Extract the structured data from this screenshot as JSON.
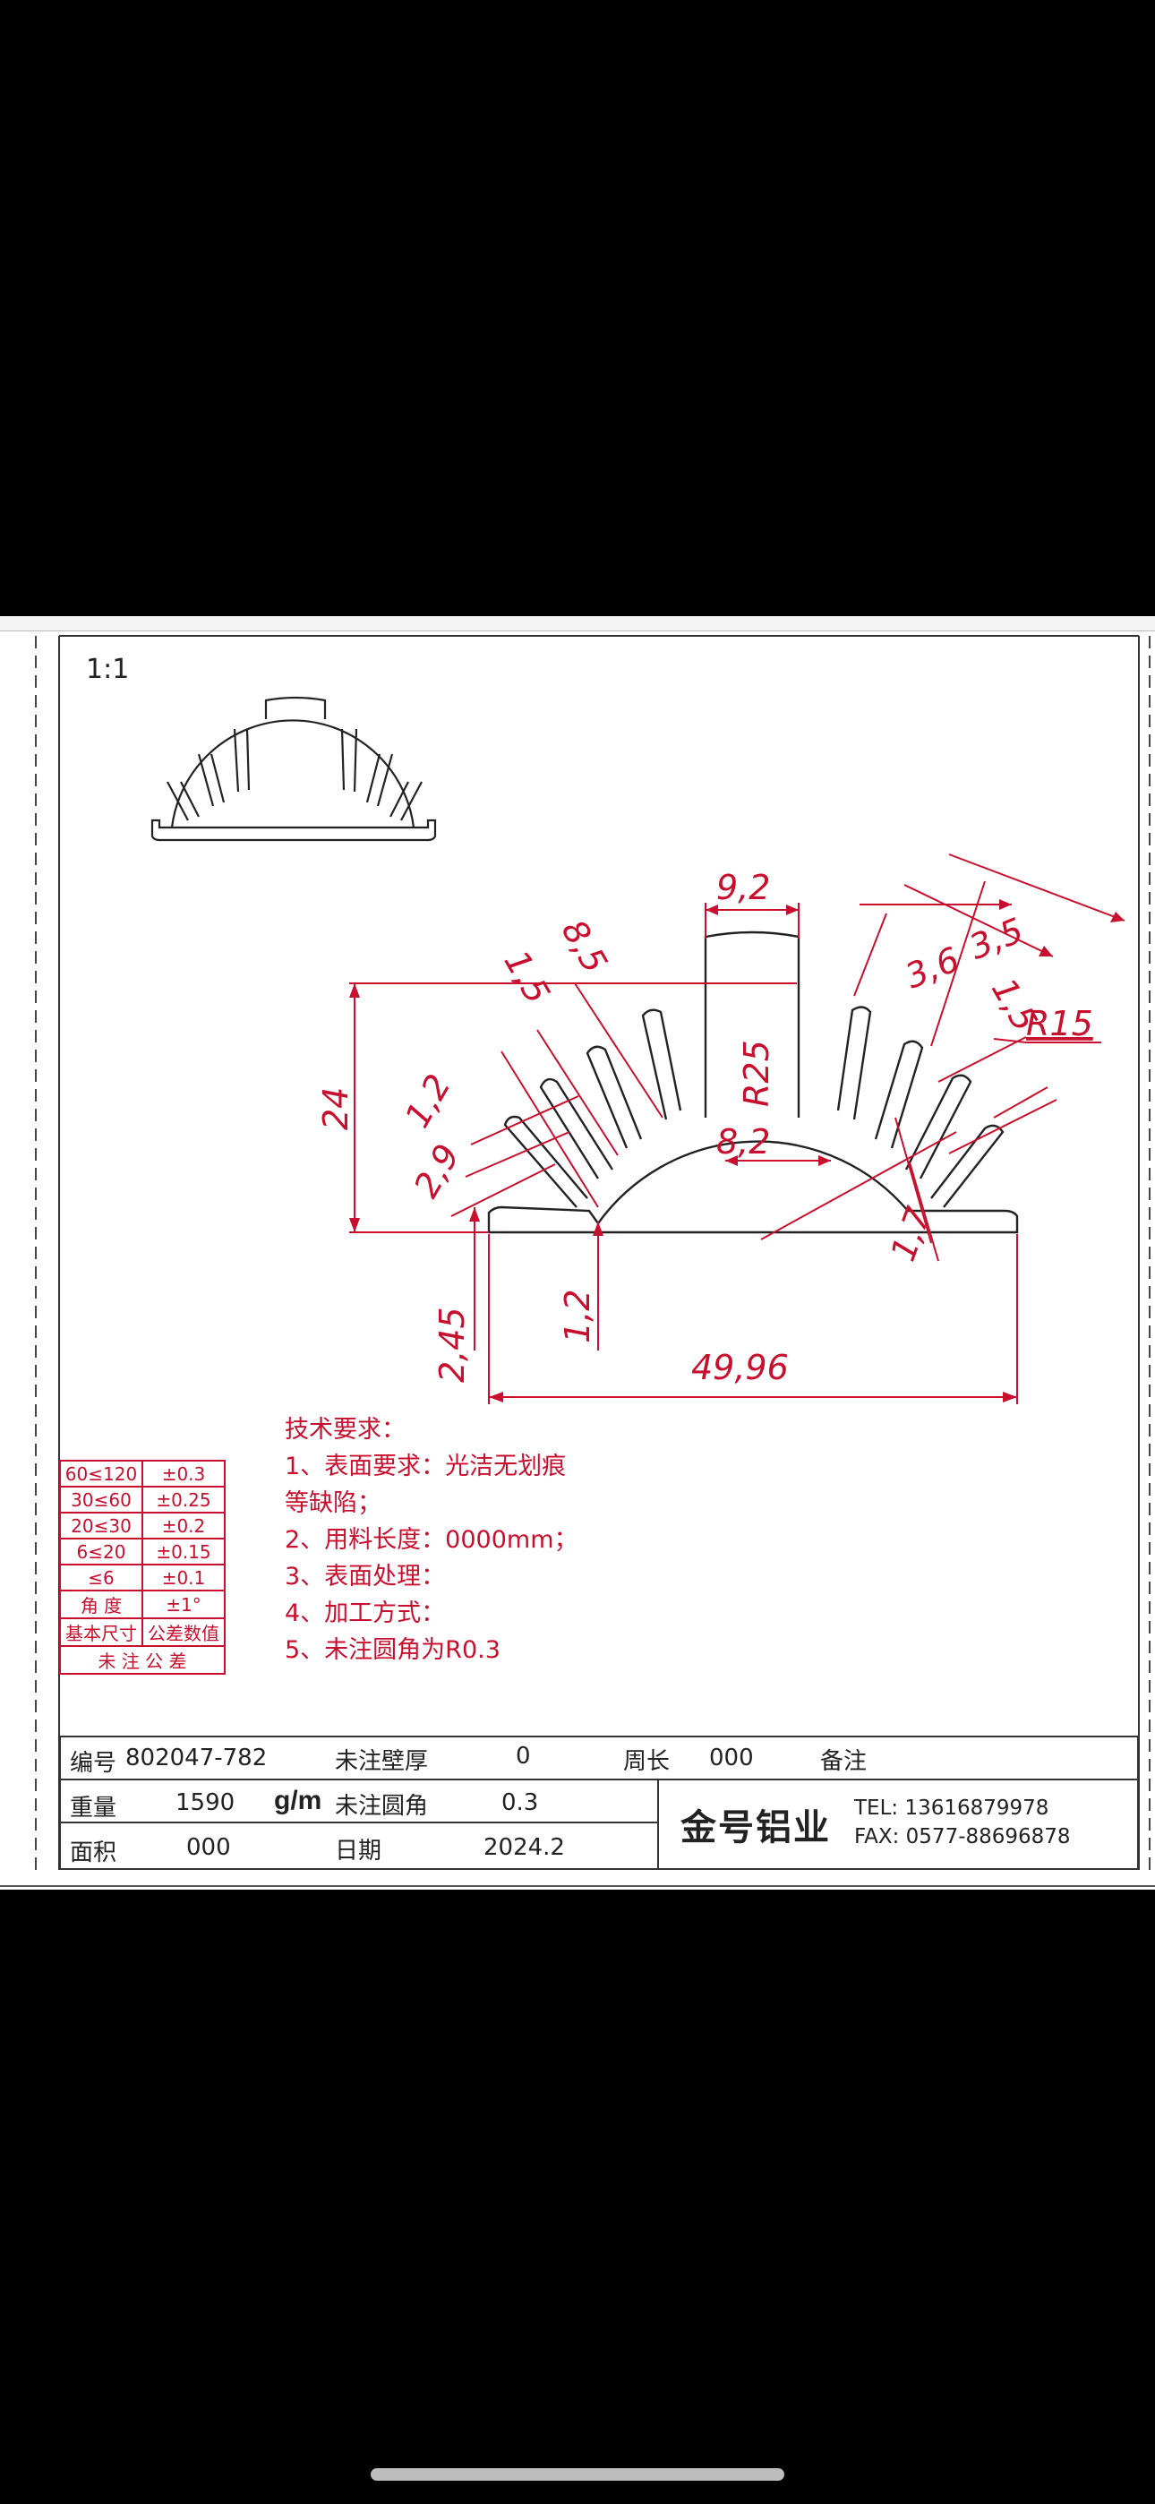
{
  "drawing": {
    "scale": "1:1",
    "dimensions": {
      "d_9_2": "9,2",
      "d_3_5": "3,5",
      "d_3_6": "3,6",
      "d_8_5": "8,5",
      "d_1_5_left": "1,5",
      "d_1_5_right": "1,5",
      "d_r15": "R15",
      "d_r25": "R25",
      "d_8_2": "8,2",
      "d_24": "24",
      "d_1_2_upper": "1,2",
      "d_2_9": "2,9",
      "d_1_7": "1,7",
      "d_2_45": "2,45",
      "d_1_2_lower": "1,2",
      "d_49_96": "49,96"
    },
    "colors": {
      "dimension": "#c8102e",
      "profile": "#222222"
    }
  },
  "tolerance_table": {
    "rows": [
      {
        "range": "60≤120",
        "tol": "±0.3"
      },
      {
        "range": "30≤60",
        "tol": "±0.25"
      },
      {
        "range": "20≤30",
        "tol": "±0.2"
      },
      {
        "range": "6≤20",
        "tol": "±0.15"
      },
      {
        "range": "≤6",
        "tol": "±0.1"
      },
      {
        "range": "角 度",
        "tol": "±1°"
      },
      {
        "range": "基本尺寸",
        "tol": "公差数值"
      },
      {
        "range": "未 注 公 差",
        "tol": ""
      }
    ]
  },
  "tech_requirements": {
    "title": "技术要求：",
    "lines": [
      "1、表面要求：光洁无划痕",
      "等缺陷；",
      "2、用料长度：0000mm；",
      "3、表面处理：",
      "4、加工方式：",
      "5、未注圆角为R0.3"
    ]
  },
  "title_block": {
    "code_label": "编号",
    "code_value": "802047-782",
    "wall_label": "未注壁厚",
    "wall_value": "0",
    "perimeter_label": "周长",
    "perimeter_value": "000",
    "remark_label": "备注",
    "weight_label": "重量",
    "weight_value": "1590",
    "weight_unit": "g/m",
    "fillet_label": "未注圆角",
    "fillet_value": "0.3",
    "area_label": "面积",
    "area_value": "000",
    "date_label": "日期",
    "date_value": "2024.2",
    "company": "金号铝业",
    "tel": "TEL:  13616879978",
    "fax": "FAX:  0577-88696878"
  }
}
